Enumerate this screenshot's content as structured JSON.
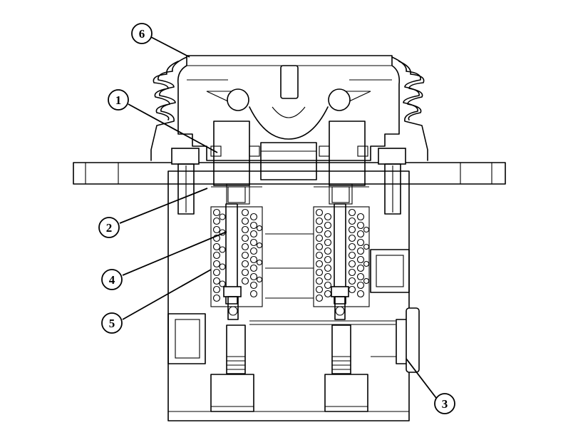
{
  "diagram": {
    "type": "cross-section",
    "callouts": [
      {
        "id": "1",
        "label": "1"
      },
      {
        "id": "2",
        "label": "2"
      },
      {
        "id": "3",
        "label": "3"
      },
      {
        "id": "4",
        "label": "4"
      },
      {
        "id": "5",
        "label": "5"
      },
      {
        "id": "6",
        "label": "6"
      }
    ],
    "colors": {
      "ink": "#000000",
      "paper": "#ffffff"
    }
  }
}
